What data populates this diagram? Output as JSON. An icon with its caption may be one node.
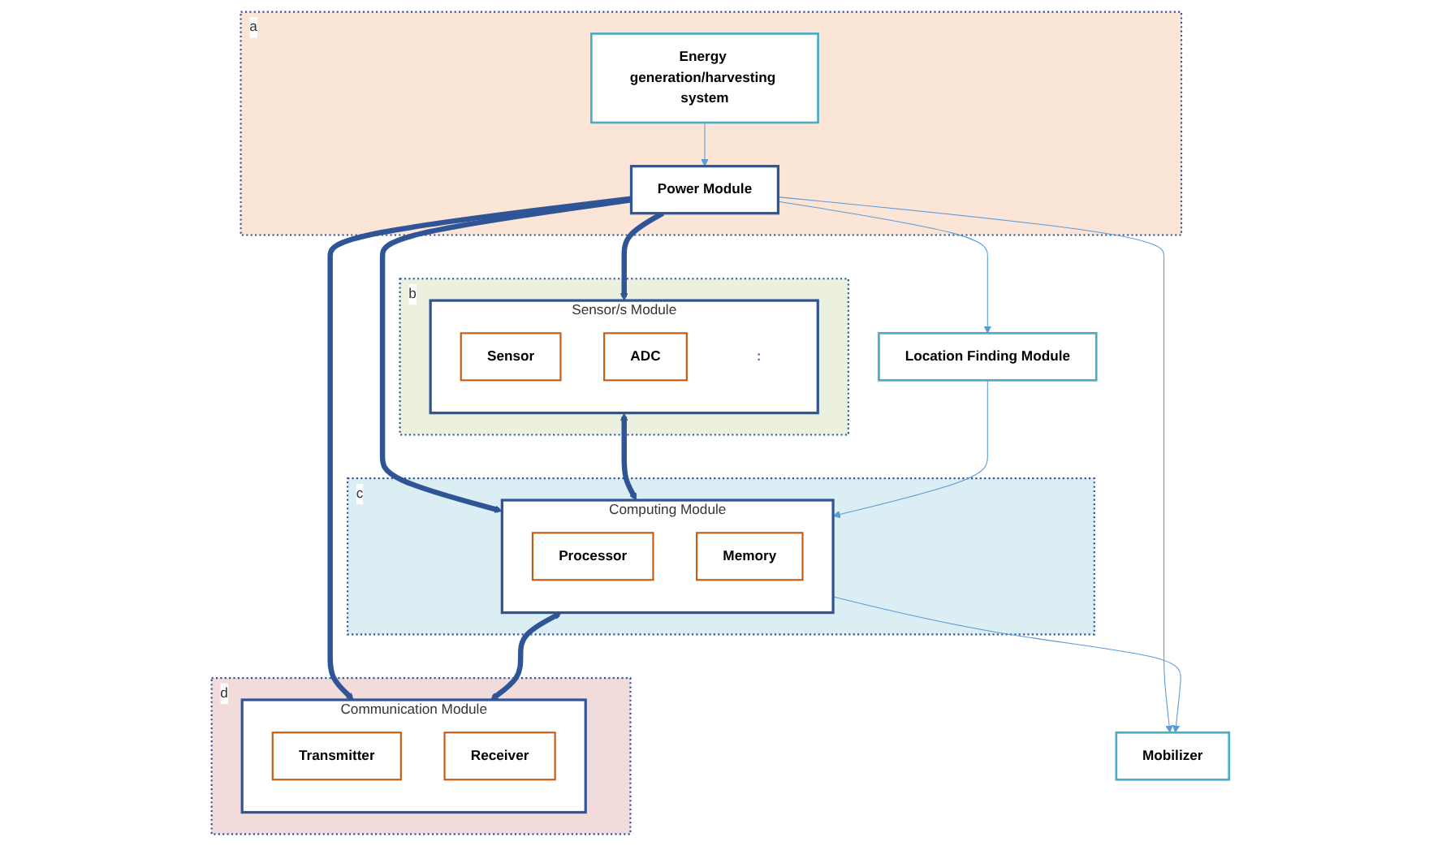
{
  "diagram": {
    "nodes": [
      {
        "text": [
          "a"
        ]
      },
      {
        "text": [
          "Energy generation/harvesting system"
        ],
        "in": 0
      },
      {
        "text": [
          "Power Module"
        ],
        "in": 0
      },
      {
        "text": [
          "b"
        ]
      },
      {
        "text": [
          "Sensor/s Module"
        ],
        "in": 3
      },
      {
        "text": [
          "Sensor"
        ],
        "in": 4
      },
      {
        "text": [
          "ADC"
        ],
        "in": 4
      },
      {
        "text": [
          ":"
        ],
        "in": 4
      },
      {
        "text": [
          "c"
        ]
      },
      {
        "text": [
          "Computing Module"
        ],
        "in": 8
      },
      {
        "text": [
          "Processor"
        ],
        "in": 9
      },
      {
        "text": [
          "Memory"
        ],
        "in": 9
      },
      {
        "text": [
          "d"
        ]
      },
      {
        "text": [
          "Communication Module"
        ],
        "in": 12
      },
      {
        "text": [
          "Transmitter"
        ],
        "in": 13
      },
      {
        "text": [
          "Receiver"
        ],
        "in": 13
      },
      {
        "text": [
          "Location Finding Module"
        ]
      },
      {
        "text": [
          "Mobilizer"
        ]
      }
    ],
    "edges": [
      {
        "from": 1,
        "to": 2,
        "arrow": "to",
        "color": "#5b9bd5"
      },
      {
        "from": 2,
        "to": 4,
        "arrow": "to",
        "style": "thick"
      },
      {
        "from": 2,
        "to": 9,
        "arrow": "to",
        "style": "thick"
      },
      {
        "from": 2,
        "to": 13,
        "arrow": "to",
        "style": "thick"
      },
      {
        "from": 4,
        "to": 9,
        "arrow": "both",
        "style": "thick"
      },
      {
        "from": 9,
        "to": 13,
        "arrow": "both",
        "style": "thick"
      },
      {
        "from": 2,
        "to": 16,
        "arrow": "to",
        "color": "#5b9bd5"
      },
      {
        "from": 2,
        "to": 17,
        "arrow": "to",
        "color": "#5b9bd5"
      },
      {
        "from": 16,
        "to": 9,
        "arrow": "to",
        "color": "#5b9bd5"
      },
      {
        "from": 9,
        "to": 17,
        "arrow": "to",
        "color": "#5b9bd5"
      }
    ]
  }
}
